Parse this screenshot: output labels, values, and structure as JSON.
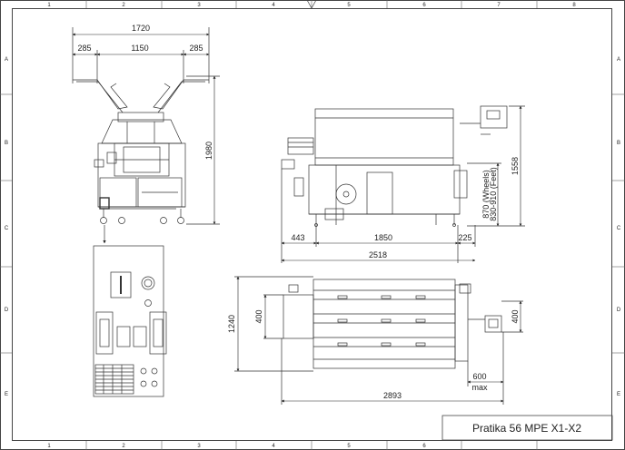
{
  "title_block": {
    "model": "Pratika 56 MPE X1-X2"
  },
  "grid": {
    "columns": [
      "1",
      "2",
      "3",
      "4",
      "5",
      "6",
      "7",
      "8"
    ],
    "rows": [
      "A",
      "B",
      "C",
      "D",
      "E"
    ]
  },
  "front_view": {
    "overall_width": "1720",
    "left_offset": "285",
    "center_width": "1150",
    "right_offset": "285",
    "height": "1980"
  },
  "side_view": {
    "left_overhang": "443",
    "body_length": "1850",
    "right_overhang": "225",
    "total_length": "2518",
    "height": "1558",
    "wheels_label": "870 (Wheels)",
    "feet_label": "830-910 (Feet)"
  },
  "top_view": {
    "depth": "1240",
    "left_module": "400",
    "right_module": "400",
    "door_clearance": "600",
    "door_clearance_note": "max",
    "total_length": "2893"
  }
}
